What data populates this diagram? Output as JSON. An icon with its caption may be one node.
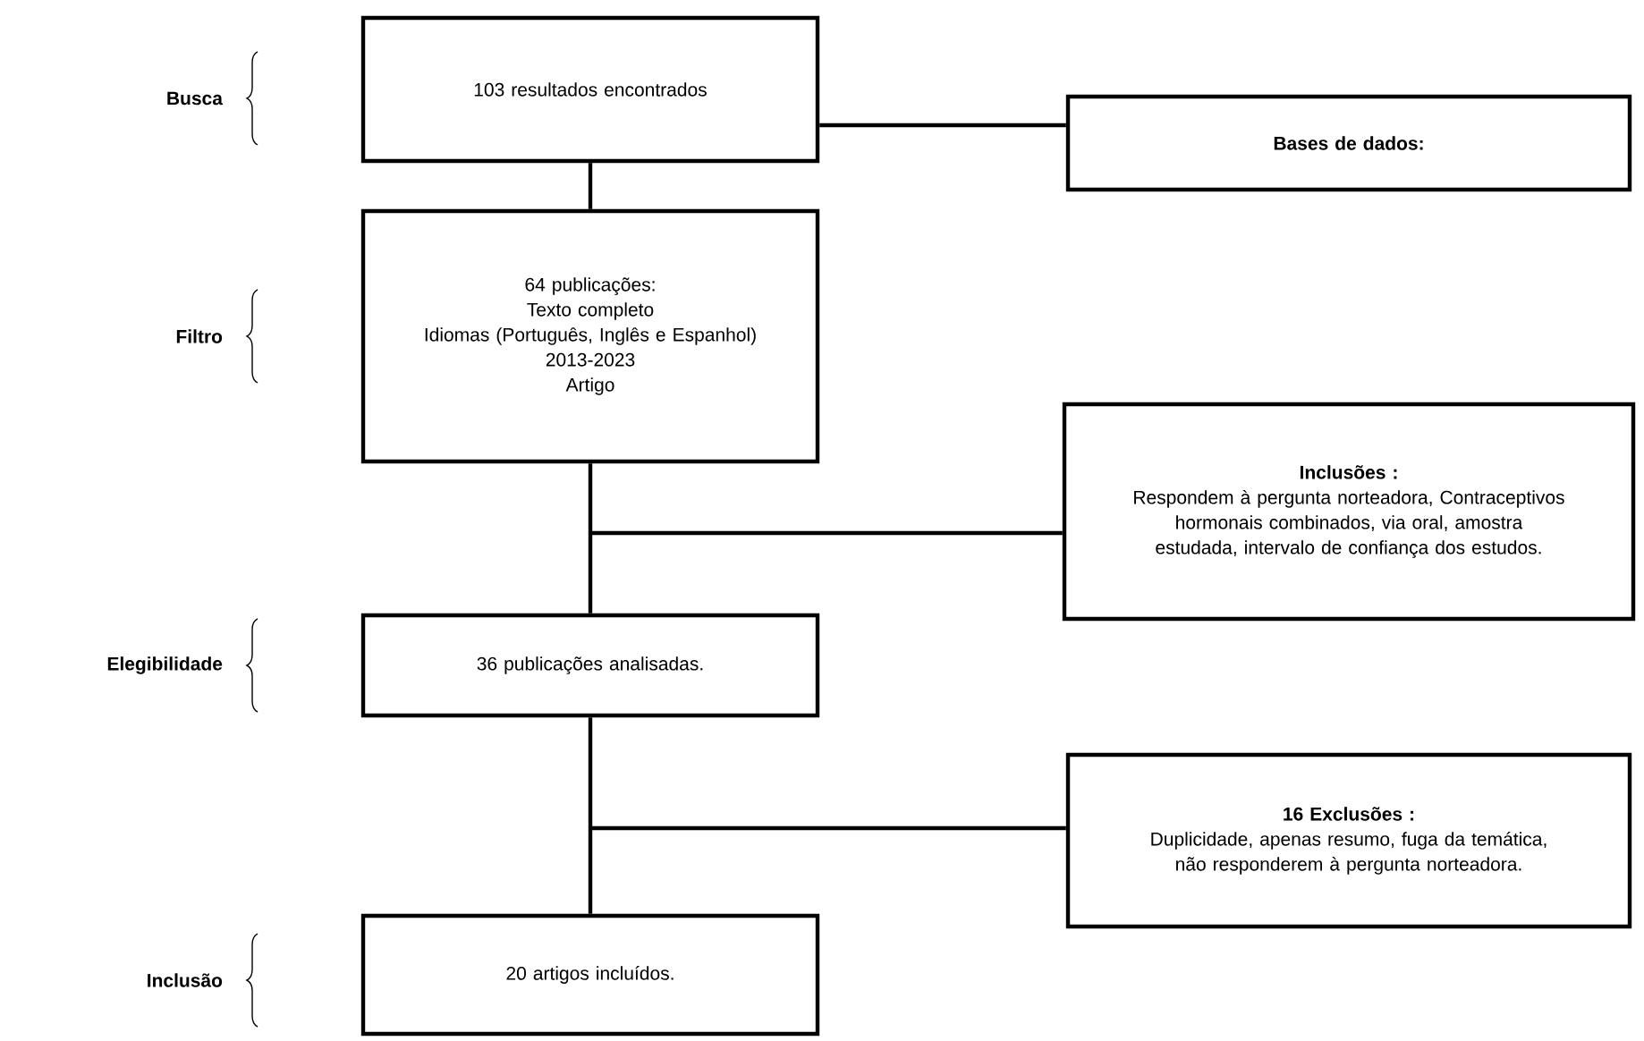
{
  "diagram": {
    "nodes": [
      {
        "text": [
          "103 resultados encontrados"
        ]
      },
      {
        "text": [
          "Bases de dados:"
        ]
      },
      {
        "text": [
          "64 publicações:",
          "Texto completo",
          "Idiomas (Português, Inglês e Espanhol)",
          "2013-2023",
          "Artigo"
        ]
      },
      {
        "text": [
          "Inclusões :",
          "Respondem à pergunta norteadora, Contraceptivos hormonais combinados, via oral, amostra estudada, intervalo de confiança dos estudos."
        ]
      },
      {
        "text": [
          "36 publicações analisadas."
        ]
      },
      {
        "text": [
          "16 Exclusões :",
          "Duplicidade, apenas resumo, fuga da temática, não responderem à pergunta norteadora."
        ]
      },
      {
        "text": [
          "20 artigos incluídos."
        ]
      }
    ],
    "edges": [
      {
        "from": 0,
        "to": 1,
        "arrow": "none"
      },
      {
        "from": 0,
        "to": 2,
        "arrow": "none"
      },
      {
        "from": 2,
        "to": 4,
        "arrow": "none"
      },
      {
        "from": 3,
        "to": null,
        "arrow": "none"
      },
      {
        "from": 4,
        "to": 6,
        "arrow": "none"
      },
      {
        "from": 5,
        "to": null,
        "arrow": "none"
      }
    ],
    "labels": [
      "Busca",
      "Filtro",
      "Elegibilidade",
      "Inclusão"
    ]
  }
}
